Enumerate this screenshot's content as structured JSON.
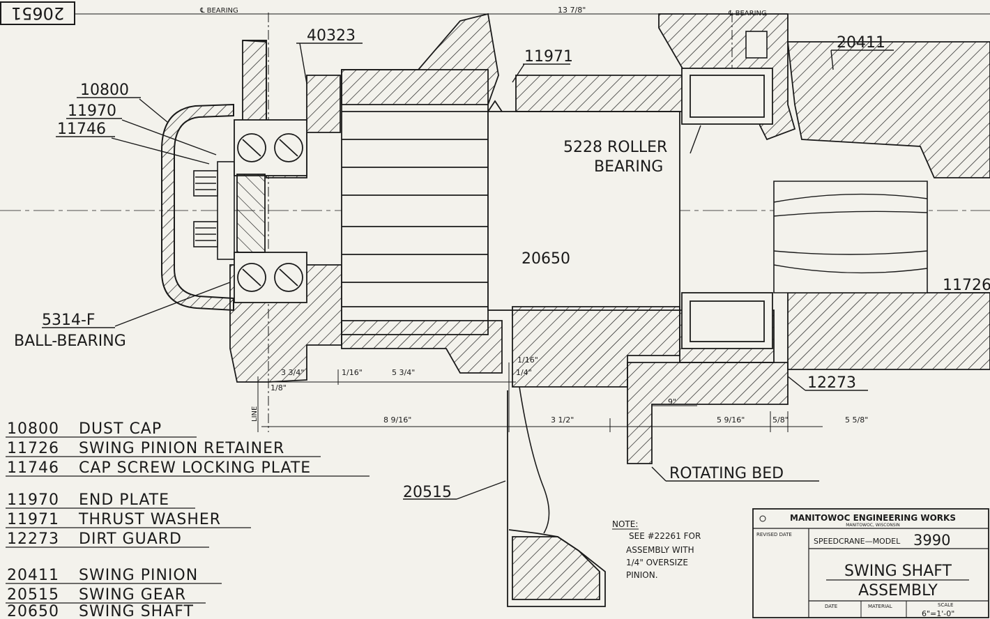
{
  "drawing_number": "20651",
  "centerlines": {
    "left": "℄ BEARING",
    "right": "℄ BEARING",
    "span": "13 7/8\""
  },
  "callouts": {
    "p40323": "40323",
    "p11971": "11971",
    "p20411": "20411",
    "p10800": "10800",
    "p11970": "11970",
    "p11746": "11746",
    "roller_1": "5228 ROLLER",
    "roller_2": "BEARING",
    "p20650": "20650",
    "p11726": "11726",
    "ball_1": "5314-F",
    "ball_2": "BALL-BEARING",
    "p12273": "12273",
    "rotating_bed": "ROTATING BED",
    "p20515": "20515"
  },
  "dimensions": {
    "d_3_3_4": "3 3/4\"",
    "d_1_16_a": "1/16\"",
    "d_5_3_4": "5 3/4\"",
    "d_1_16_b": "1/16\"",
    "d_1_4": "1/4\"",
    "d_1_8": "1/8\"",
    "d_8_9_16": "8 9/16\"",
    "d_3_1_2": "3 1/2\"",
    "d_9": "9\"",
    "d_5_9_16": "5 9/16\"",
    "d_5_8": "5/8\"",
    "d_5_5_8": "5 5/8\"",
    "line": "LINE"
  },
  "parts_list": [
    {
      "number": "10800",
      "name": "DUST CAP"
    },
    {
      "number": "11726",
      "name": "SWING PINION RETAINER"
    },
    {
      "number": "11746",
      "name": "CAP SCREW LOCKING PLATE"
    },
    {
      "number": "11970",
      "name": "END PLATE"
    },
    {
      "number": "11971",
      "name": "THRUST WASHER"
    },
    {
      "number": "12273",
      "name": "DIRT GUARD"
    },
    {
      "number": "20411",
      "name": "SWING PINION"
    },
    {
      "number": "20515",
      "name": "SWING GEAR"
    },
    {
      "number": "20650",
      "name": "SWING SHAFT"
    }
  ],
  "note": {
    "line1": "NOTE:",
    "line2": "SEE #22261 FOR",
    "line3": "ASSEMBLY WITH",
    "line4": "1/4\" OVERSIZE",
    "line5": "PINION."
  },
  "title_block": {
    "company": "MANITOWOC ENGINEERING WORKS",
    "city": "MANITOWOC, WISCONSIN",
    "revised_date_label": "REVISED DATE",
    "model_label": "SPEEDCRANE—MODEL",
    "model_number": "3990",
    "title_line1": "SWING SHAFT",
    "title_line2": "ASSEMBLY",
    "date_label": "DATE",
    "material_label": "MATERIAL",
    "scale_label": "SCALE",
    "scale_value": "6\"=1'-0\""
  },
  "colors": {
    "paper": "#f3f2ec",
    "ink": "#1a1a1a"
  }
}
